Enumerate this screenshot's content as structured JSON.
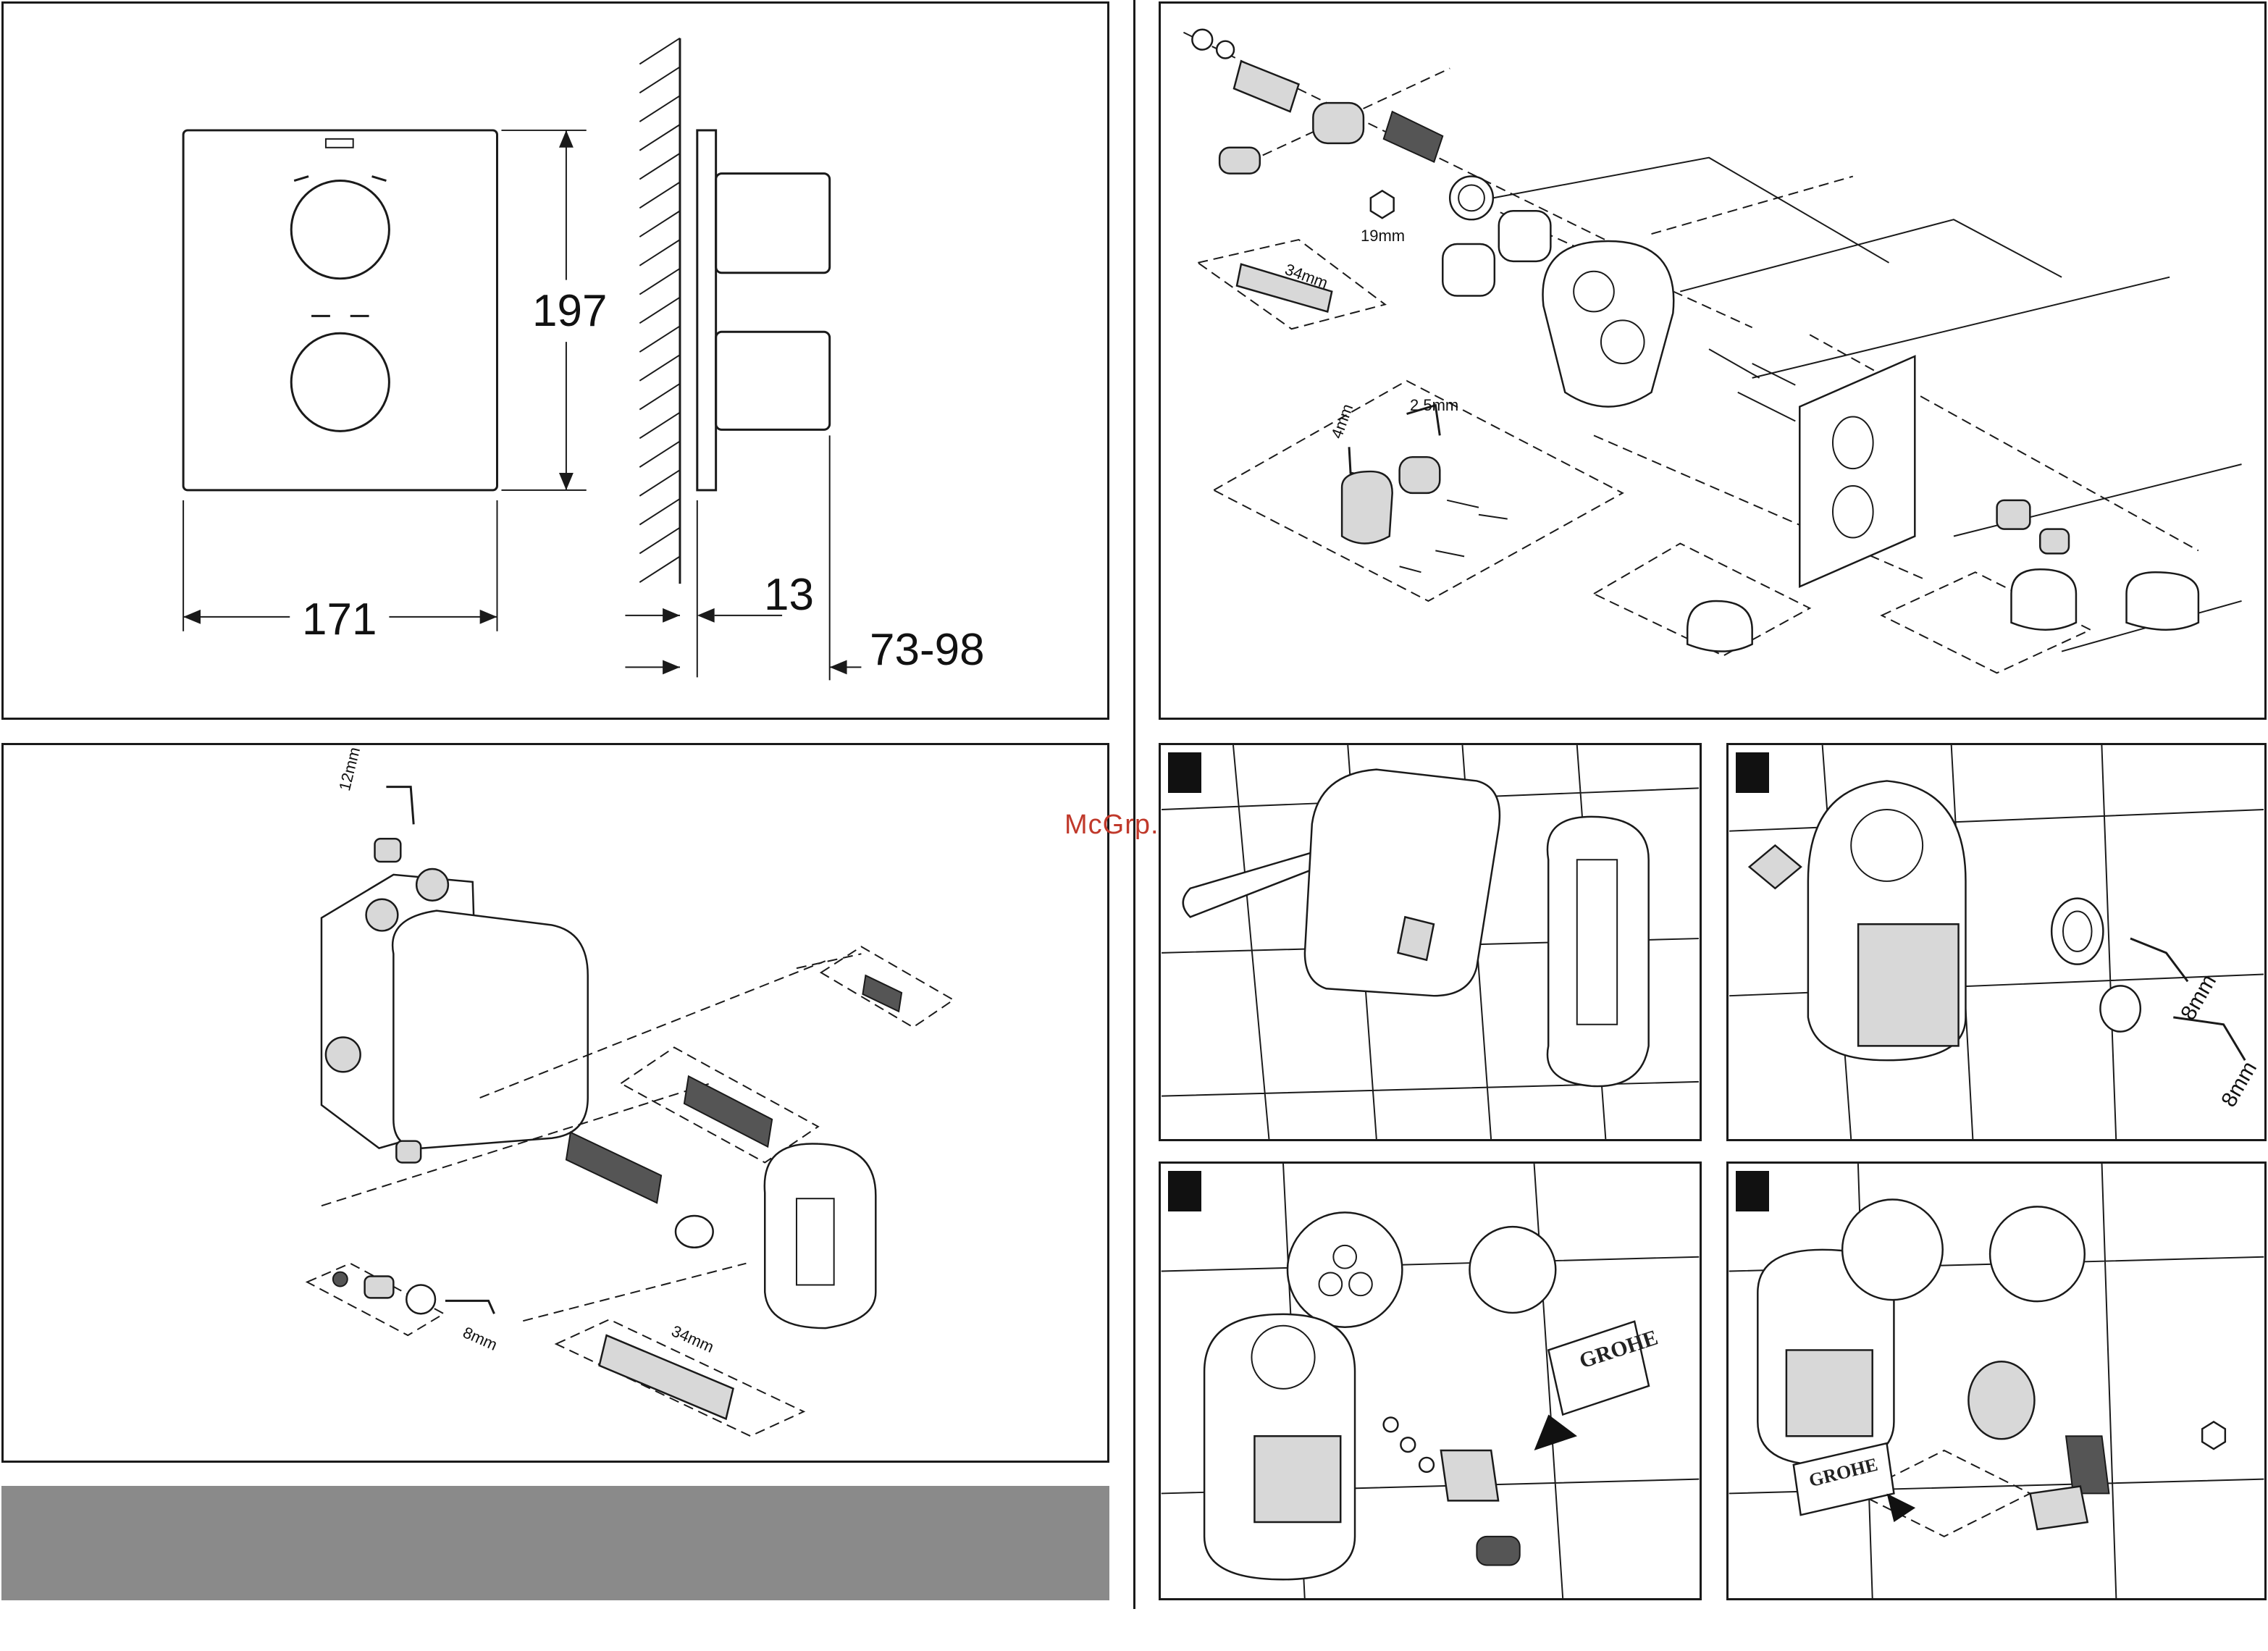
{
  "watermark": "McGrp.Ru",
  "dimensions": {
    "height": "197",
    "width": "171",
    "depth_plate": "13",
    "depth_total": "73-98"
  },
  "tool_labels": {
    "hex_19": "19mm",
    "wrench_34_top": "34mm",
    "key_2_5": "2.5mm",
    "key_4": "4mm",
    "key_12": "12mm",
    "key_8_left": "8mm",
    "wrench_34_bottom": "34mm",
    "key_8_a": "8mm",
    "key_8_b": "8mm"
  },
  "brand": {
    "logo_a": "GROHE",
    "logo_b": "GROHE"
  },
  "colors": {
    "line": "#1a1a1a",
    "part_fill": "#d8d8d8",
    "bar": "#8a8a8a",
    "watermark": "#c0392b"
  }
}
